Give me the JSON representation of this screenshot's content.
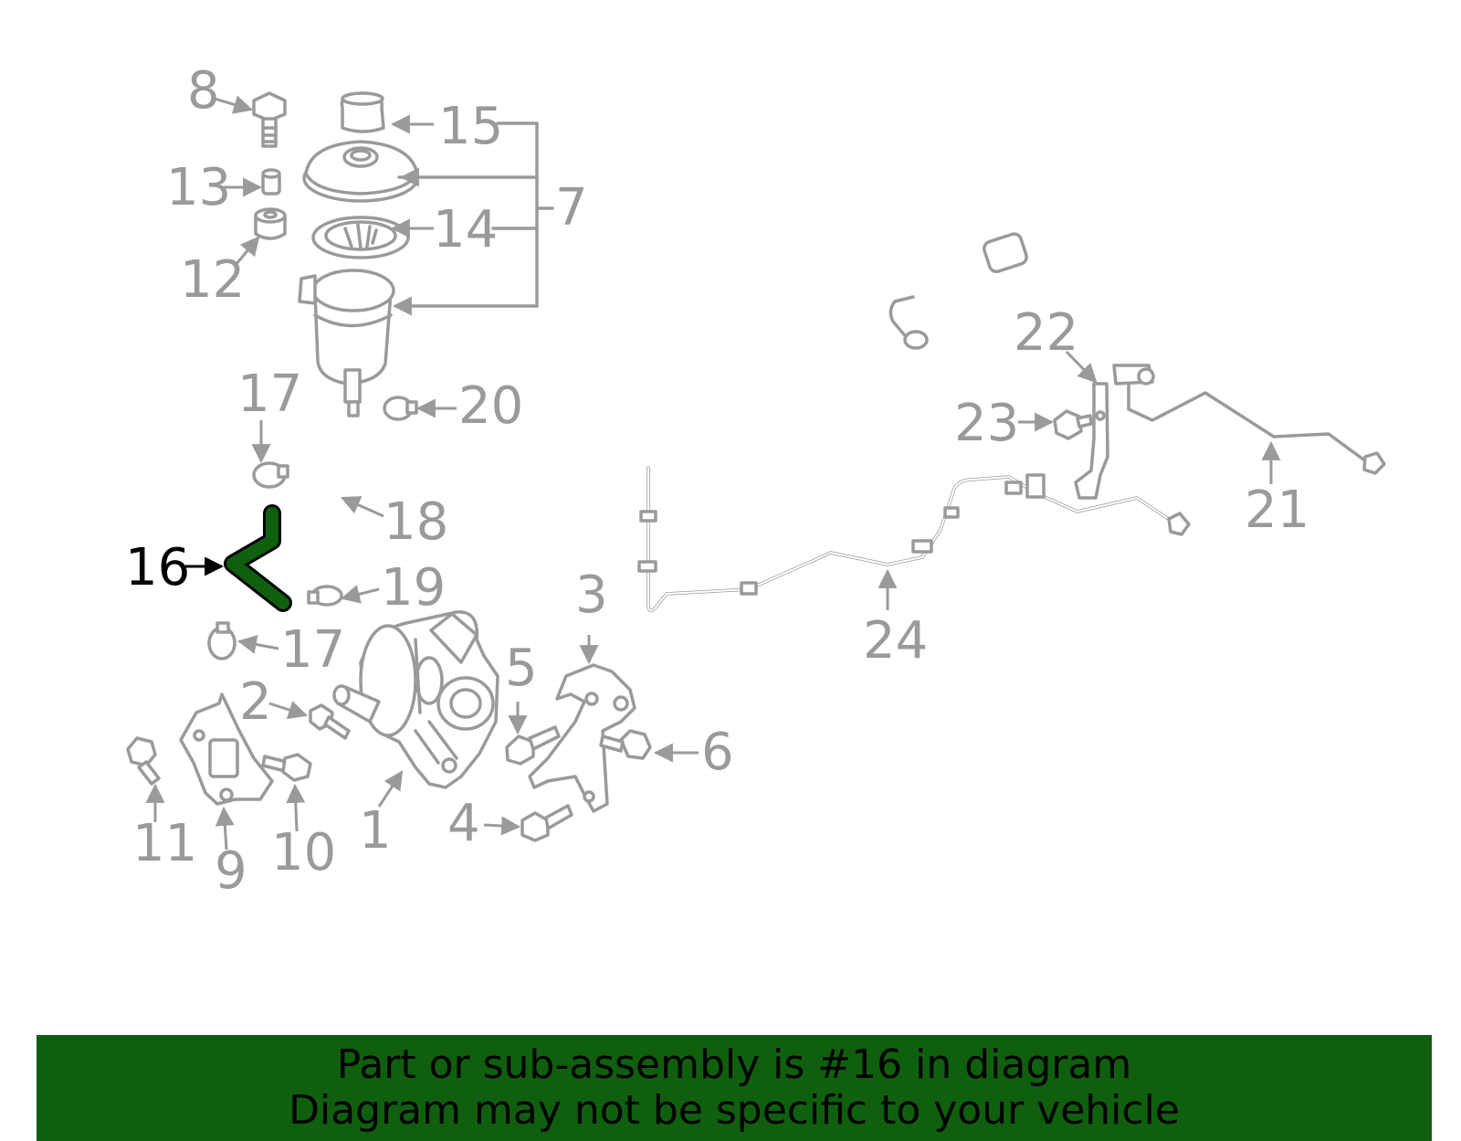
{
  "colors": {
    "outline": "#9a9a9a",
    "highlight": "#0f5f0f",
    "highlight_label": "#000000",
    "banner_bg": "#0f5f0f",
    "banner_text": "#000000"
  },
  "highlighted_part": "16",
  "callouts": {
    "c1": "1",
    "c2": "2",
    "c3": "3",
    "c4": "4",
    "c5": "5",
    "c6": "6",
    "c7": "7",
    "c8": "8",
    "c9": "9",
    "c10": "10",
    "c11": "11",
    "c12": "12",
    "c13": "13",
    "c14": "14",
    "c15": "15",
    "c16": "16",
    "c17a": "17",
    "c17b": "17",
    "c18": "18",
    "c19": "19",
    "c20": "20",
    "c21": "21",
    "c22": "22",
    "c23": "23",
    "c24": "24"
  },
  "banner": {
    "line1": "Part or sub-assembly is #16 in diagram",
    "line2": "Diagram may not be specific to your vehicle"
  }
}
